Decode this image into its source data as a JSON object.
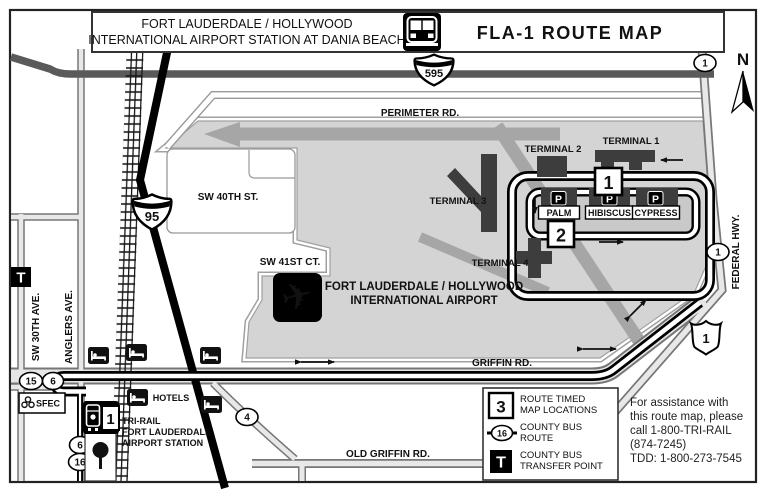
{
  "header": {
    "station_line1": "FORT LAUDERDALE / HOLLYWOOD",
    "station_line2": "INTERNATIONAL AIRPORT STATION AT DANIA BEACH",
    "map_title": "FLA-1 ROUTE MAP"
  },
  "compass": {
    "north_label": "N"
  },
  "shields": {
    "i595": "595",
    "i95": "95",
    "us1": "1"
  },
  "streets": {
    "perimeter": "PERIMETER RD.",
    "sw40": "SW 40TH ST.",
    "sw41": "SW 41ST CT.",
    "griffin": "GRIFFIN RD.",
    "old_griffin": "OLD GRIFFIN RD.",
    "federal": "FEDERAL HWY.",
    "sw30": "SW 30TH AVE.",
    "anglers": "ANGLERS AVE."
  },
  "airport": {
    "name_line1": "FORT LAUDERDALE / HOLLYWOOD",
    "name_line2": "INTERNATIONAL AIRPORT"
  },
  "terminals": {
    "t1": "TERMINAL 1",
    "t2": "TERMINAL 2",
    "t3": "TERMINAL 3",
    "t4": "TERMINAL 4"
  },
  "parking": {
    "p_symbol": "P",
    "garages": [
      "PALM",
      "HIBISCUS",
      "CYPRESS"
    ]
  },
  "timed": {
    "location_1": "1",
    "location_2": "2",
    "station_location": "1"
  },
  "bus_routes": {
    "route_15": "15",
    "route_6_west": "6",
    "route_6_station": "6",
    "route_16_station": "16",
    "route_4": "4",
    "route_1_top": "1",
    "route_1_federal": "1"
  },
  "station": {
    "line1": "TRI-RAIL",
    "line2": "FORT LAUDERDALE",
    "line3": "AIRPORT STATION"
  },
  "hotels_label": "HOTELS",
  "sfec_label": "SFEC",
  "transfer_label": "T",
  "legend": {
    "timed_symbol": "3",
    "timed_line1": "ROUTE TIMED",
    "timed_line2": "MAP LOCATIONS",
    "bus_symbol": "16",
    "bus_line1": "COUNTY BUS",
    "bus_line2": "ROUTE",
    "transfer_symbol": "T",
    "transfer_line1": "COUNTY BUS",
    "transfer_line2": "TRANSFER POINT"
  },
  "assistance": {
    "line1": "For assistance with",
    "line2": "this route map, please",
    "line3": "call 1-800-TRI-RAIL",
    "line4": "(874-7245)",
    "line5": "TDD: 1-800-273-7545"
  },
  "colors": {
    "route_black": "#000000",
    "airport_fill": "#d4d4d4",
    "building_fill": "#3d3d3d",
    "i595_gray": "#5a5a5a",
    "road_fill": "#e8e8e8",
    "road_casing": "#777777",
    "runway_gray": "#a6a6a6"
  }
}
